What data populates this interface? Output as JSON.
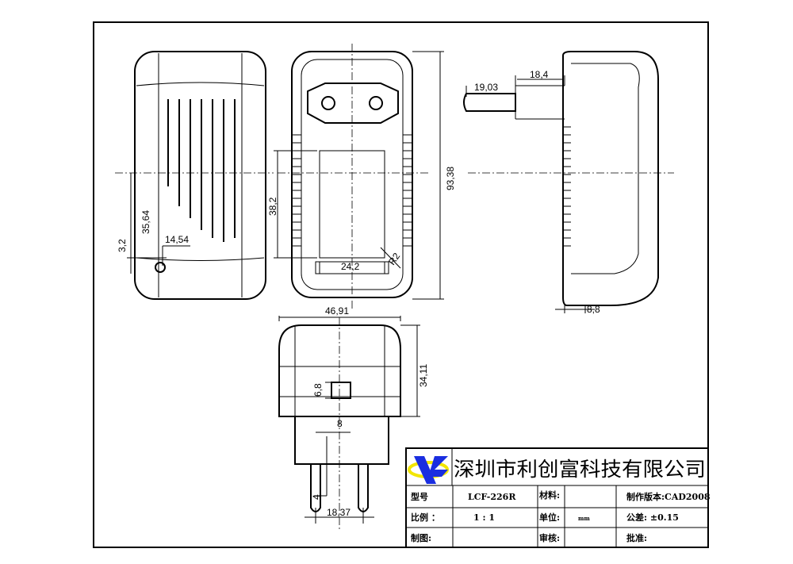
{
  "dimensions": {
    "front": {
      "d1": "3,2",
      "d2": "35,64",
      "d3": "14,54"
    },
    "back": {
      "d1": "38,2",
      "d2": "24,2",
      "radius": "R2",
      "height": "93,38"
    },
    "side": {
      "d1": "19,03",
      "d2": "18,4",
      "d3": "8,8"
    },
    "bottom": {
      "width": "46,91",
      "height": "34,11",
      "d1": "6,8",
      "d2": "8",
      "d3": "4",
      "d4": "18,37"
    }
  },
  "title_block": {
    "company": "深圳市利创富科技有限公司",
    "model_label": "型号",
    "model_value": "LCF-226R",
    "material_label": "材料:",
    "material_value": "",
    "version_label": "制作版本:CAD2008",
    "scale_label": "比例 ：",
    "scale_value": "1 : 1",
    "unit_label": "单位:",
    "unit_value": "mm",
    "tolerance_label": "公差: ±0.15",
    "drawn_label": "制图:",
    "review_label": "审核:",
    "approve_label": "批准:"
  },
  "colors": {
    "logo_blue": "#1a2ee0",
    "logo_yellow": "#f2e600"
  }
}
